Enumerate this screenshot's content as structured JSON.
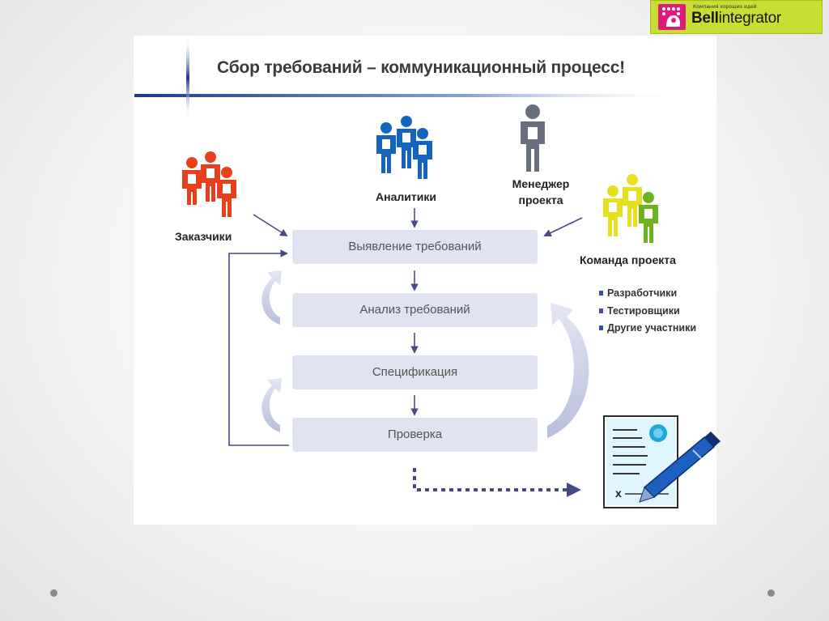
{
  "logo": {
    "tagline": "Компания хороших идей",
    "name_bold": "Bell",
    "name_regular": "integrator"
  },
  "title": "Сбор требований – коммуникационный процесс!",
  "roles": {
    "customers": "Заказчики",
    "analysts": "Аналитики",
    "manager": "Менеджер проекта",
    "team": "Команда проекта"
  },
  "steps": [
    "Выявление требований",
    "Анализ требований",
    "Спецификация",
    "Проверка"
  ],
  "team_members": [
    "Разработчики",
    "Тестировщики",
    "Другие участники"
  ],
  "document_mark": "x",
  "colors": {
    "customers": "#e8401c",
    "analysts": "#1565c0",
    "manager": "#6a6f80",
    "team_yellow": "#e6e020",
    "team_green": "#6db31f",
    "step_fill": "#dfe3f2",
    "arrow": "#454a86",
    "curved_arrow": "#c7cce6",
    "logo_bg": "#c8de32"
  }
}
